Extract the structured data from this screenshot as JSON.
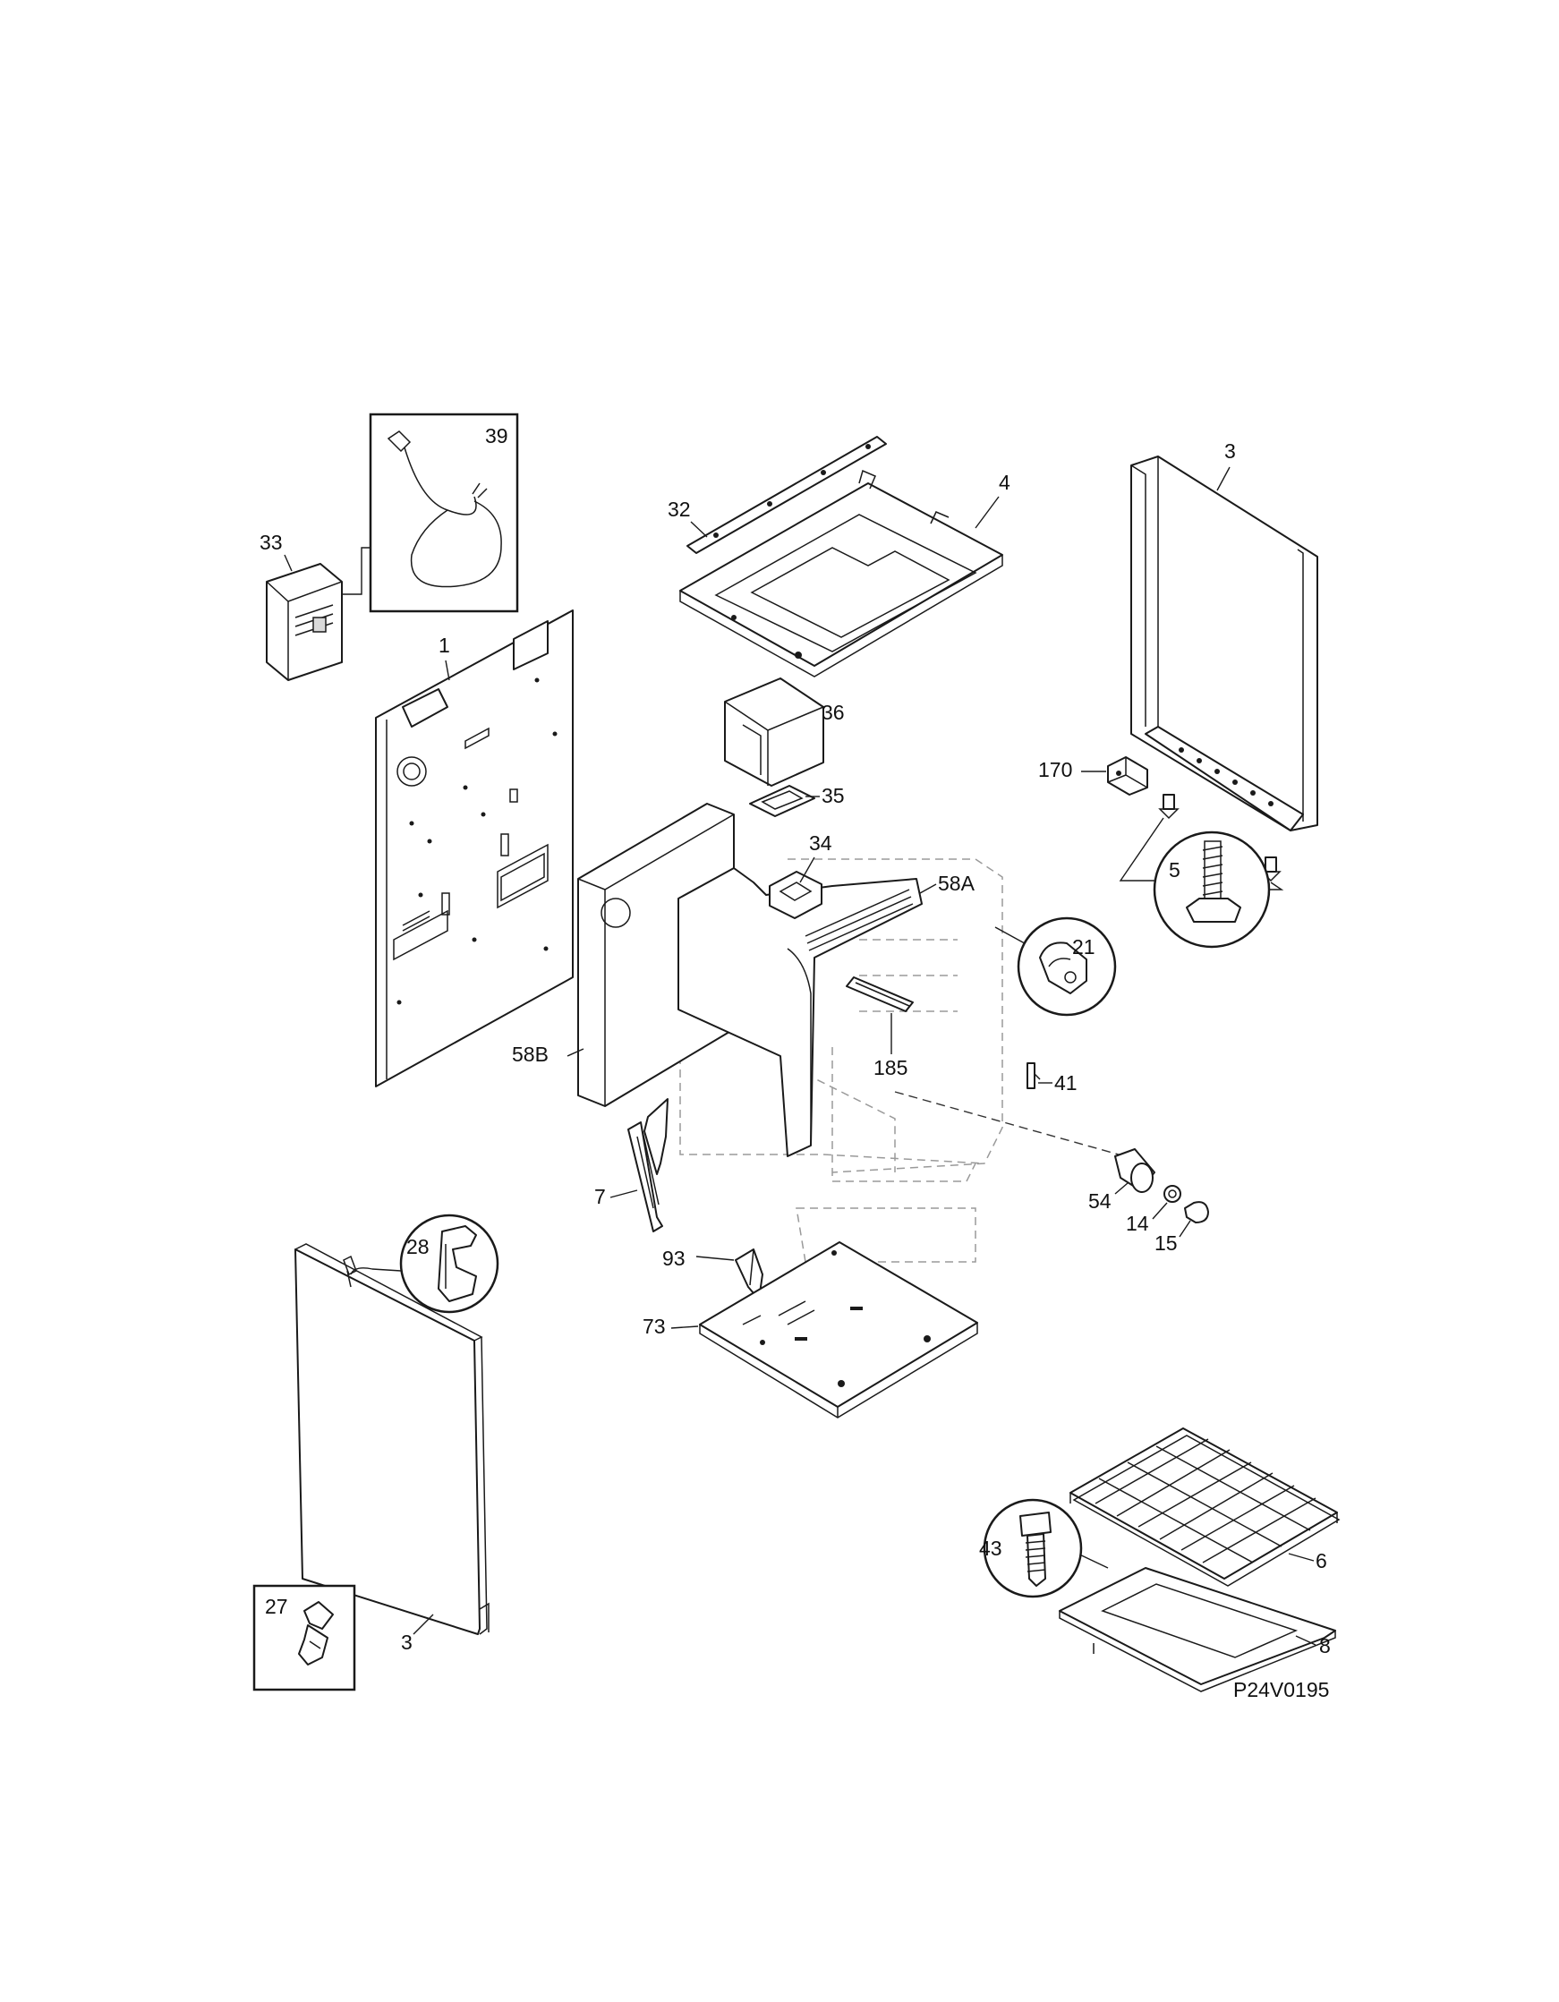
{
  "diagram_code": "P24V0195",
  "part_labels": {
    "p39": "39",
    "p33": "33",
    "p32": "32",
    "p4": "4",
    "p3_top": "3",
    "p1": "1",
    "p36": "36",
    "p35": "35",
    "p170": "170",
    "p34": "34",
    "p58A": "58A",
    "p5": "5",
    "p21": "21",
    "p58B": "58B",
    "p185": "185",
    "p41": "41",
    "p7": "7",
    "p54": "54",
    "p14": "14",
    "p15": "15",
    "p28": "28",
    "p93": "93",
    "p73": "73",
    "p43": "43",
    "p6": "6",
    "p8": "8",
    "p27": "27",
    "p3_bottom": "3"
  }
}
